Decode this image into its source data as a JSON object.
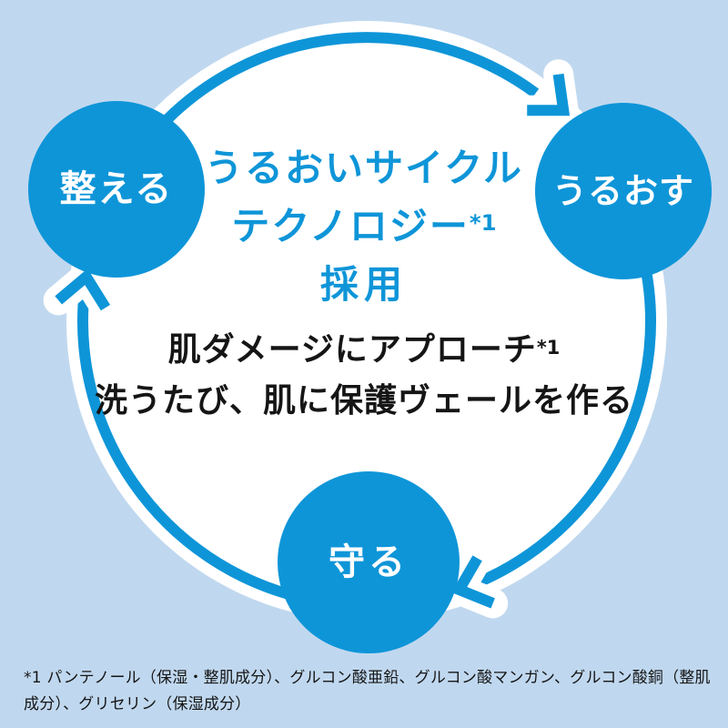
{
  "diagram": {
    "headline": {
      "line1": "うるおいサイクル",
      "line2": "テクノロジー",
      "line2_sup": "*1",
      "line3": "採用"
    },
    "approach": {
      "line1": "肌ダメージにアプローチ",
      "line1_sup": "*1",
      "line2": "洗うたび、肌に保護ヴェールを作る"
    },
    "steps": [
      {
        "id": "totonoeru",
        "label": "整える"
      },
      {
        "id": "uruosu",
        "label": "うるおす"
      },
      {
        "id": "mamoru",
        "label": "守る"
      }
    ],
    "footnote": "*1 パンテノール（保湿・整肌成分）、グルコン酸亜鉛、グルコン酸マンガン、グルコン酸銅（整肌成分）、グリセリン（保湿成分）"
  },
  "icons": {
    "arrowhead_top_right_icon": "chevron arrow pointing down-right (cycle flow)",
    "arrowhead_bottom_icon": "chevron arrow pointing down-left (cycle flow)",
    "arrowhead_left_icon": "chevron arrow pointing up (cycle flow)"
  },
  "colors": {
    "accent_blue": "#0e95d8",
    "background_blue": "#c0d8ef",
    "text_black": "#151515",
    "white": "#ffffff"
  }
}
